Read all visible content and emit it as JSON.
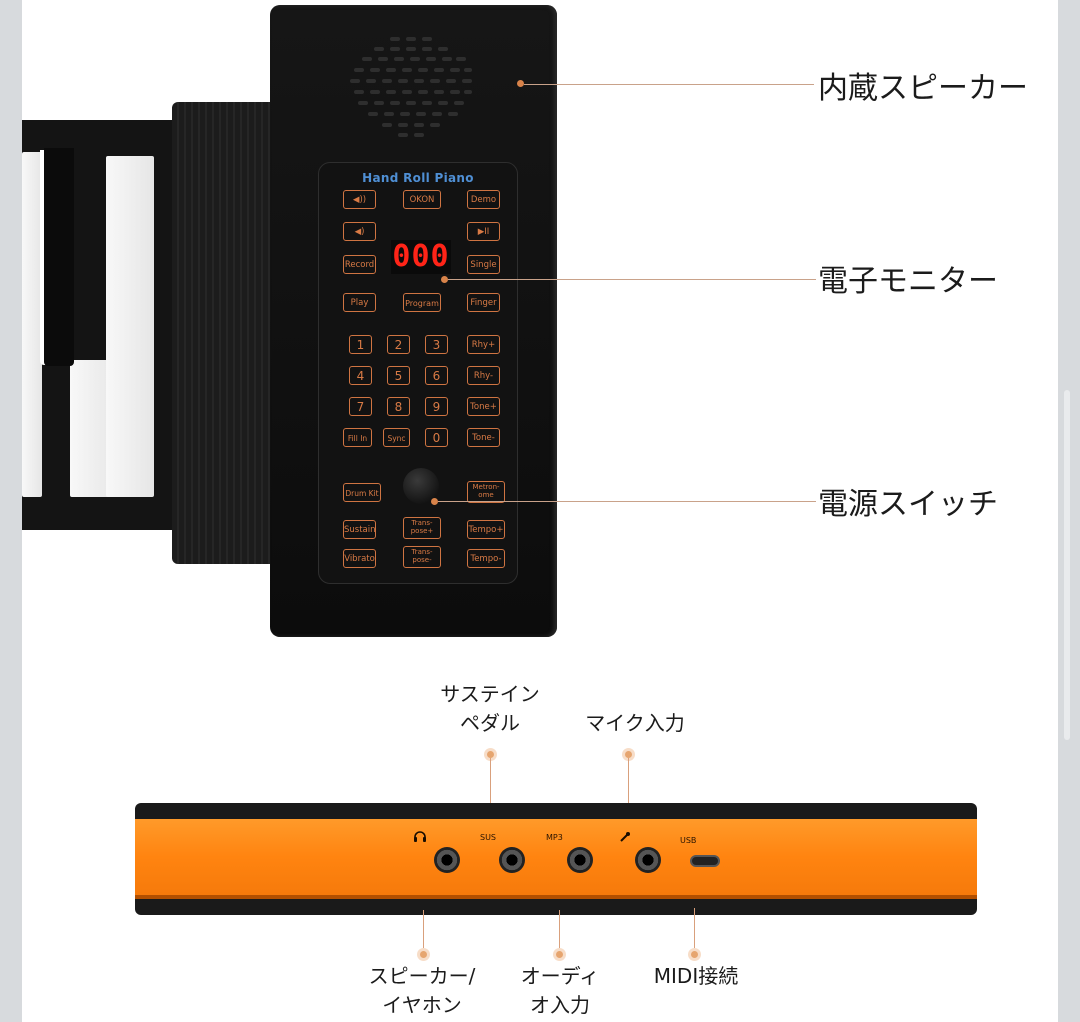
{
  "callouts": {
    "speaker": "内蔵スピーカー",
    "monitor": "電子モニター",
    "power": "電源スイッチ"
  },
  "panel": {
    "brand": "Hand Roll Piano",
    "display": "000",
    "buttons": {
      "vol_up": "◀))",
      "okon": "OKON",
      "demo": "Demo",
      "vol_down": "◀)",
      "play_pause": "▶II",
      "record": "Record",
      "single": "Single",
      "play": "Play",
      "program": "Program",
      "finger": "Finger",
      "n1": "1",
      "n2": "2",
      "n3": "3",
      "rhy_plus": "Rhy+",
      "n4": "4",
      "n5": "5",
      "n6": "6",
      "rhy_minus": "Rhy-",
      "n7": "7",
      "n8": "8",
      "n9": "9",
      "tone_plus": "Tone+",
      "fill_in": "Fill In",
      "sync": "Sync",
      "n0": "0",
      "tone_minus": "Tone-",
      "drum_kit": "Drum Kit",
      "metronome": "Metron-ome",
      "sustain": "Sustain",
      "transpose_plus": "Trans-pose+",
      "tempo_plus": "Tempo+",
      "vibrato": "Vibrato",
      "transpose_minus": "Trans-pose-",
      "tempo_minus": "Tempo-"
    }
  },
  "ports": {
    "sus": "SUS",
    "mp3": "MP3",
    "usb": "USB"
  },
  "side_labels": {
    "sustain_pedal_1": "サステイン",
    "sustain_pedal_2": "ペダル",
    "mic": "マイク入力",
    "speaker_1": "スピーカー/",
    "speaker_2": "イヤホン",
    "audio_1": "オーディ",
    "audio_2": "オ入力",
    "midi": "MIDI接続"
  },
  "colors": {
    "accent_orange": "#ff8a1a",
    "button_outline": "#cf7442",
    "display_red": "#ff2418",
    "brand_blue": "#4f8fd4"
  }
}
